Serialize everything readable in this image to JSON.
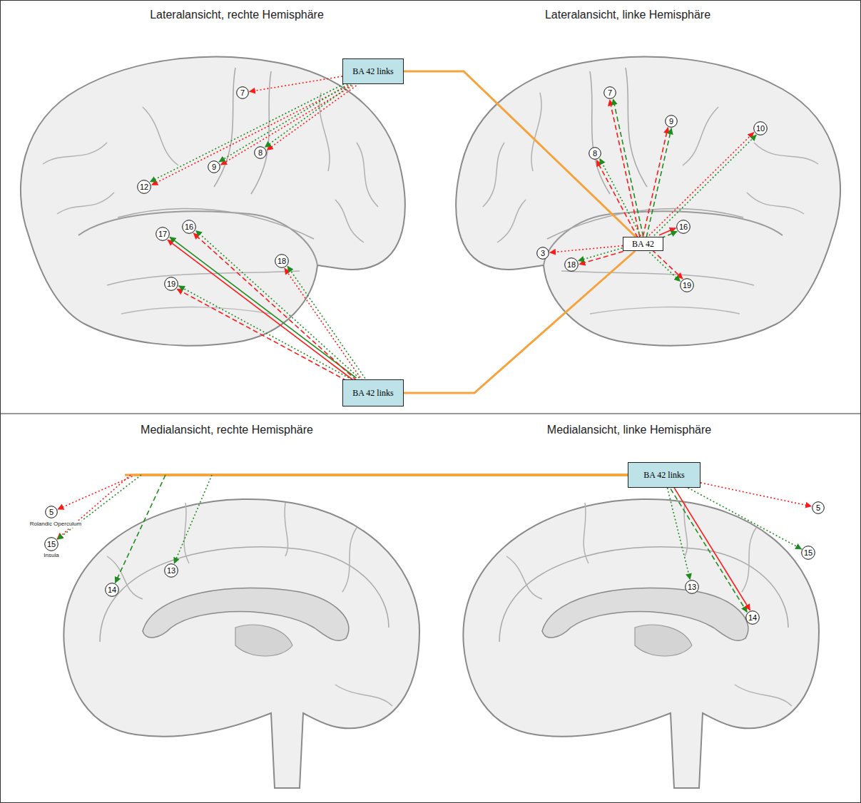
{
  "diagram": {
    "nodes": [
      {
        "text": [
          "BA 42 links"
        ]
      },
      {
        "text": [
          "7"
        ]
      },
      {
        "text": [
          "12"
        ]
      },
      {
        "text": [
          "9"
        ]
      },
      {
        "text": [
          "8"
        ]
      },
      {
        "text": [
          "16"
        ]
      },
      {
        "text": [
          "17"
        ]
      },
      {
        "text": [
          "18"
        ]
      },
      {
        "text": [
          "19"
        ]
      },
      {
        "text": [
          "BA 42 links"
        ]
      },
      {
        "text": [
          "7"
        ]
      },
      {
        "text": [
          "10"
        ]
      },
      {
        "text": [
          "9"
        ]
      },
      {
        "text": [
          "8"
        ]
      },
      {
        "text": [
          "16"
        ]
      },
      {
        "text": [
          "BA 42"
        ]
      },
      {
        "text": [
          "3"
        ]
      },
      {
        "text": [
          "18"
        ]
      },
      {
        "text": [
          "19"
        ]
      },
      {
        "text": [
          "BA 42 links"
        ]
      },
      {
        "text": [
          "5"
        ]
      },
      {
        "text": [
          "15"
        ]
      },
      {
        "text": [
          "13"
        ]
      },
      {
        "text": [
          "14"
        ]
      },
      {
        "text": [
          "5"
        ]
      },
      {
        "text": [
          "15"
        ]
      },
      {
        "text": [
          "13"
        ]
      },
      {
        "text": [
          "14"
        ]
      }
    ],
    "edges": [
      {
        "from": 0,
        "to": 1,
        "arrow": "to"
      },
      {
        "from": 0,
        "to": 2,
        "arrow": "to"
      },
      {
        "from": 0,
        "to": 2,
        "arrow": "to"
      },
      {
        "from": 0,
        "to": 3,
        "arrow": "to"
      },
      {
        "from": 0,
        "to": 3,
        "arrow": "to"
      },
      {
        "from": 0,
        "to": 4,
        "arrow": "to"
      },
      {
        "from": 0,
        "to": 4,
        "arrow": "to"
      },
      {
        "from": 9,
        "to": 6,
        "arrow": "to"
      },
      {
        "from": 9,
        "to": 6,
        "arrow": "to"
      },
      {
        "from": 9,
        "to": 5,
        "arrow": "to"
      },
      {
        "from": 9,
        "to": 5,
        "arrow": "to"
      },
      {
        "from": 9,
        "to": 7,
        "arrow": "to"
      },
      {
        "from": 9,
        "to": 7,
        "arrow": "to"
      },
      {
        "from": 9,
        "to": 8,
        "arrow": "to"
      },
      {
        "from": 9,
        "to": 8,
        "arrow": "to"
      },
      {
        "from": 0,
        "to": 15,
        "arrow": "none"
      },
      {
        "from": 9,
        "to": 15,
        "arrow": "none"
      },
      {
        "from": 15,
        "to": 10,
        "arrow": "to"
      },
      {
        "from": 15,
        "to": 10,
        "arrow": "to"
      },
      {
        "from": 15,
        "to": 13,
        "arrow": "to"
      },
      {
        "from": 15,
        "to": 13,
        "arrow": "to"
      },
      {
        "from": 15,
        "to": 12,
        "arrow": "to"
      },
      {
        "from": 15,
        "to": 12,
        "arrow": "to"
      },
      {
        "from": 15,
        "to": 11,
        "arrow": "to"
      },
      {
        "from": 15,
        "to": 11,
        "arrow": "to"
      },
      {
        "from": 15,
        "to": 16,
        "arrow": "to"
      },
      {
        "from": 15,
        "to": 17,
        "arrow": "to"
      },
      {
        "from": 15,
        "to": 17,
        "arrow": "to"
      },
      {
        "from": 15,
        "to": 14,
        "arrow": "to"
      },
      {
        "from": 15,
        "to": 14,
        "arrow": "to"
      },
      {
        "from": 15,
        "to": 18,
        "arrow": "to"
      },
      {
        "from": 15,
        "to": 18,
        "arrow": "to"
      },
      {
        "from": 19,
        "to": 20,
        "arrow": "to"
      },
      {
        "from": 19,
        "to": 21,
        "arrow": "to"
      },
      {
        "from": 19,
        "to": 21,
        "arrow": "to"
      },
      {
        "from": 19,
        "to": 23,
        "arrow": "to"
      },
      {
        "from": 19,
        "to": 22,
        "arrow": "to"
      },
      {
        "from": 19,
        "to": 26,
        "arrow": "to"
      },
      {
        "from": 19,
        "to": 27,
        "arrow": "to"
      },
      {
        "from": 19,
        "to": 27,
        "arrow": "to"
      },
      {
        "from": 19,
        "to": 24,
        "arrow": "to"
      },
      {
        "from": 19,
        "to": 25,
        "arrow": "to"
      }
    ],
    "labels": [
      "Lateralansicht, rechte Hemisphäre",
      "Lateralansicht, linke Hemisphäre",
      "Medialansicht, rechte Hemisphäre",
      "Medialansicht, linke Hemisphäre",
      "Rolandic Operculum",
      "Insula"
    ]
  }
}
